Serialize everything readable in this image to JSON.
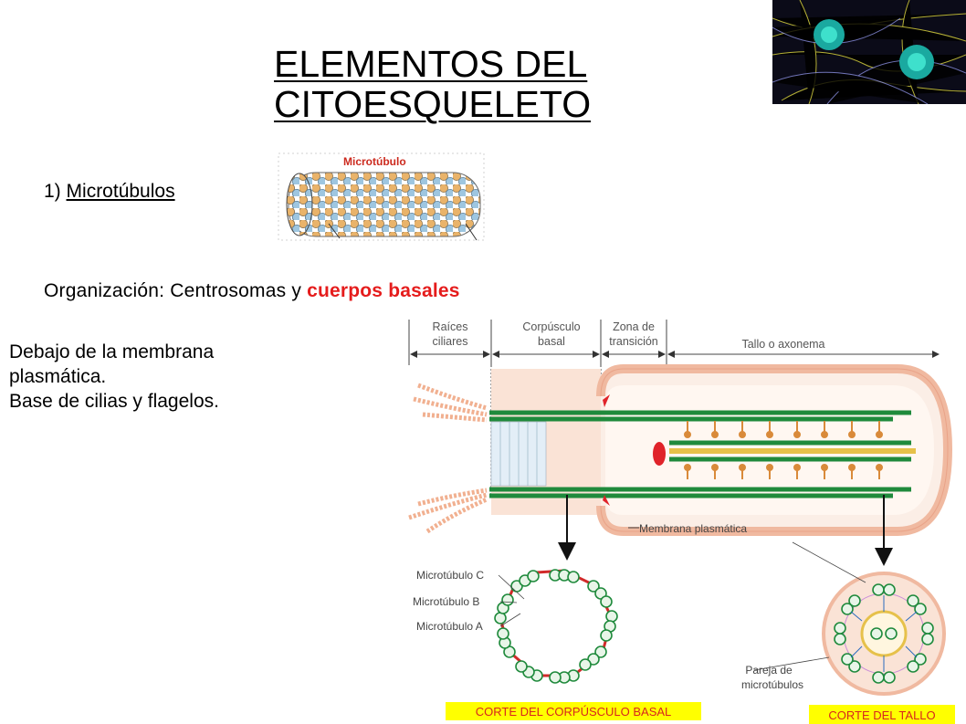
{
  "slide": {
    "title_line1": "ELEMENTOS DEL",
    "title_line2": "CITOESQUELETO",
    "item_number": "1)",
    "item_label": "Microtúbulos",
    "organization_prefix": "Organización: Centrosomas y",
    "organization_highlight": "cuerpos basales",
    "note_line1": "Debajo de la membrana",
    "note_line2": "plasmática.",
    "note_line3": "Base de cilias y flagelos."
  },
  "microtubule_figure": {
    "label": "Microtúbulo"
  },
  "basal_body_diagram": {
    "headers": {
      "roots": [
        "Raíces",
        "ciliares"
      ],
      "basal_body": [
        "Corpúsculo",
        "basal"
      ],
      "transition": [
        "Zona de",
        "transición"
      ],
      "axoneme": "Tallo o axonema"
    },
    "membrane_label": "Membrana plasmática",
    "cross_section_labels": [
      "Microtúbulo C",
      "Microtúbulo B",
      "Microtúbulo A"
    ],
    "pair_label": [
      "Pareja de",
      "microtúbulos"
    ],
    "caption_basal": "CORTE DEL CORPÚSCULO BASAL",
    "caption_stalk": "CORTE DEL TALLO"
  },
  "colors": {
    "title_text": "#000000",
    "highlight": "#e51c1c",
    "microtubule_green": "#1f8a3c",
    "membrane_pink": "#f3c3ad",
    "caption_bg": "#ffff00",
    "caption_text": "#d7261e"
  }
}
